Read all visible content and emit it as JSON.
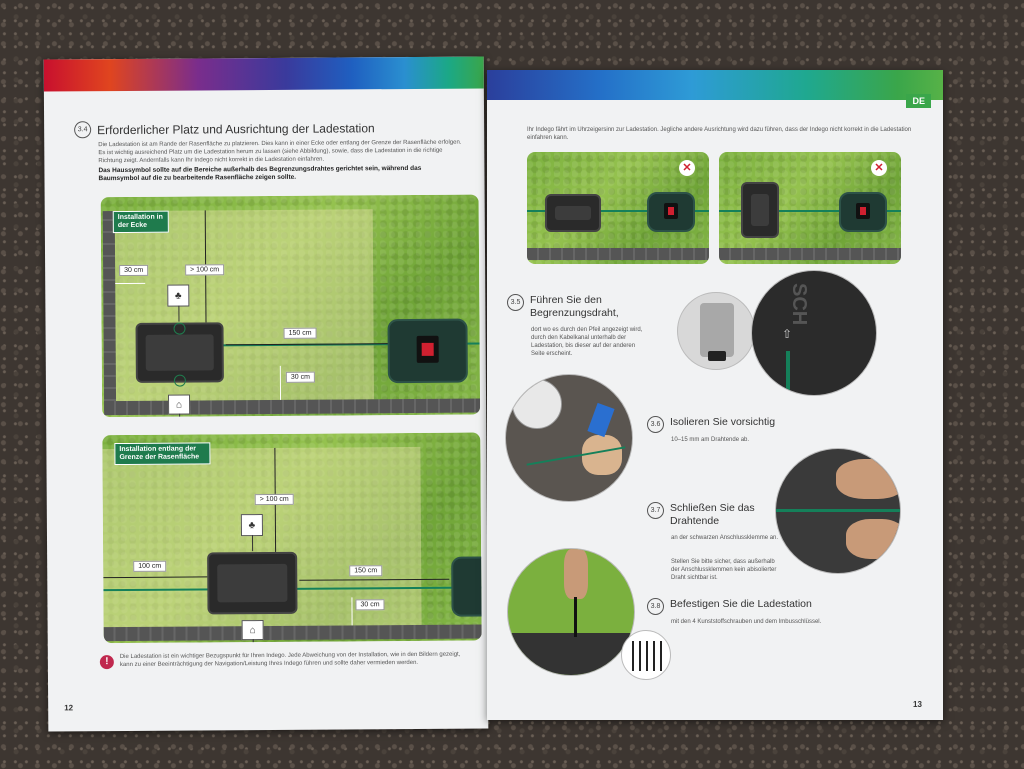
{
  "left_page": {
    "section_num": "3.4",
    "title": "Erforderlicher Platz und Ausrichtung der Ladestation",
    "intro": "Die Ladestation ist am Rande der Rasenfläche zu platzieren. Dies kann in einer Ecke oder entlang der Grenze der Rasenfläche erfolgen. Es ist wichtig ausreichend Platz um die Ladestation herum zu lassen (siehe Abbildung), sowie, dass die Ladestation in die richtige Richtung zeigt. Andernfalls kann Ihr Indego nicht korrekt in die Ladestation einfahren.",
    "bold_note": "Das Haussymbol sollte auf die Bereiche außerhalb des Begrenzungsdrahtes gerichtet sein, während das Baumsymbol auf die zu bearbeitende Rasenfläche zeigen sollte.",
    "scene1": {
      "tag": "Installation in der Ecke",
      "dims": [
        "30 cm",
        "> 100 cm",
        "150 cm",
        "30 cm"
      ]
    },
    "scene2": {
      "tag": "Installation entlang der Grenze der Rasenfläche",
      "dims": [
        "> 100 cm",
        "100 cm",
        "150 cm",
        "30 cm"
      ]
    },
    "warning": "Die Ladestation ist ein wichtiger Bezugspunkt für Ihren Indego. Jede Abweichung von der Installation, wie in den Bildern gezeigt, kann zu einer Beeinträchtigung der Navigation/Leistung Ihres Indego führen und sollte daher vermieden werden.",
    "page_number": "12"
  },
  "right_page": {
    "lang": "DE",
    "top_text": "Ihr Indego fährt im Uhrzeigersinn zur Ladestation. Jegliche andere Ausrichtung wird dazu führen, dass der Indego nicht korrekt in die Ladestation einfahren kann.",
    "steps": [
      {
        "num": "3.5",
        "title": "Führen Sie den Begrenzungsdraht,",
        "text": "dort wo es durch den Pfeil angezeigt wird, durch den Kabelkanal unterhalb der Ladestation, bis dieser auf der anderen Seite erscheint."
      },
      {
        "num": "3.6",
        "title": "Isolieren Sie vorsichtig",
        "text": "10–15 mm am Drahtende ab."
      },
      {
        "num": "3.7",
        "title": "Schließen Sie das Drahtende",
        "text": "an der schwarzen Anschlussklemme an.",
        "text2": "Stellen Sie bitte sicher, dass außerhalb der Anschlussklemmen kein abisolierter Draht sichtbar ist."
      },
      {
        "num": "3.8",
        "title": "Befestigen Sie die Ladestation",
        "text": "mit den 4 Kunststoffschrauben und dem Imbusschlüssel."
      }
    ],
    "brand_fragment": "SCH",
    "page_number": "13"
  },
  "colors": {
    "accent_green": "#1f7b4d",
    "wire_green": "#15805a",
    "warning_red": "#c0284e",
    "error_red": "#d02030"
  },
  "icons": [
    "warning-icon",
    "x-mark-icon",
    "house-sign-icon",
    "tree-sign-icon",
    "arrow-icon"
  ]
}
